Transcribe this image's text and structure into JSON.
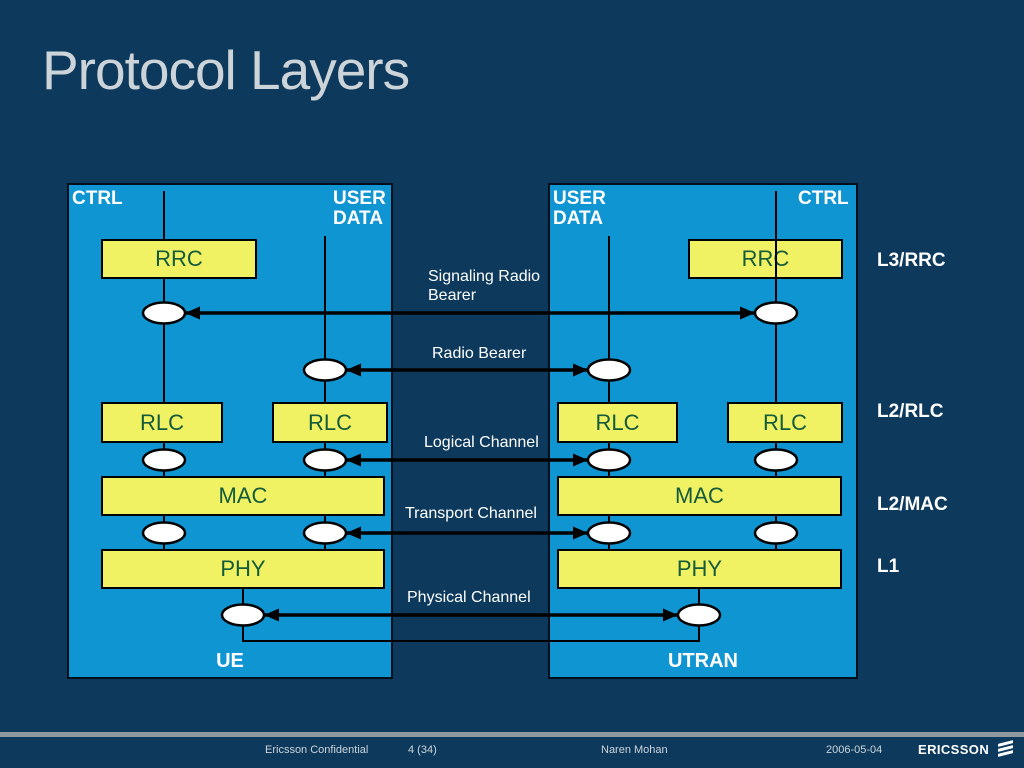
{
  "title": "Protocol Layers",
  "diagram": {
    "ue": {
      "ctrl_label": "CTRL",
      "user_data_label": "USER DATA",
      "rrc": "RRC",
      "rlc_ctrl": "RLC",
      "rlc_user": "RLC",
      "mac": "MAC",
      "phy": "PHY",
      "name": "UE"
    },
    "utran": {
      "user_data_label": "USER DATA",
      "ctrl_label": "CTRL",
      "rrc": "RRC",
      "rlc_user": "RLC",
      "rlc_ctrl": "RLC",
      "mac": "MAC",
      "phy": "PHY",
      "name": "UTRAN"
    },
    "channels": {
      "signaling_radio_bearer": "Signaling Radio Bearer",
      "radio_bearer": "Radio Bearer",
      "logical_channel": "Logical Channel",
      "transport_channel": "Transport Channel",
      "physical_channel": "Physical Channel"
    },
    "layers": {
      "l3": "L3/RRC",
      "l2_rlc": "L2/RLC",
      "l2_mac": "L2/MAC",
      "l1": "L1"
    }
  },
  "footer": {
    "confidentiality": "Ericsson Confidential",
    "page": "4 (34)",
    "author": "Naren Mohan",
    "date": "2006-05-04",
    "brand": "ERICSSON"
  },
  "colors": {
    "background": "#0d3a5c",
    "panel_blue": "#1095d3",
    "box_yellow": "#f0f263",
    "box_text": "#145a3c",
    "title_text": "#ccd3d9",
    "label_text": "#ffffff",
    "footer_text": "#ccd4da",
    "divider_gray": "#8f99a0",
    "line_black": "#000000"
  }
}
